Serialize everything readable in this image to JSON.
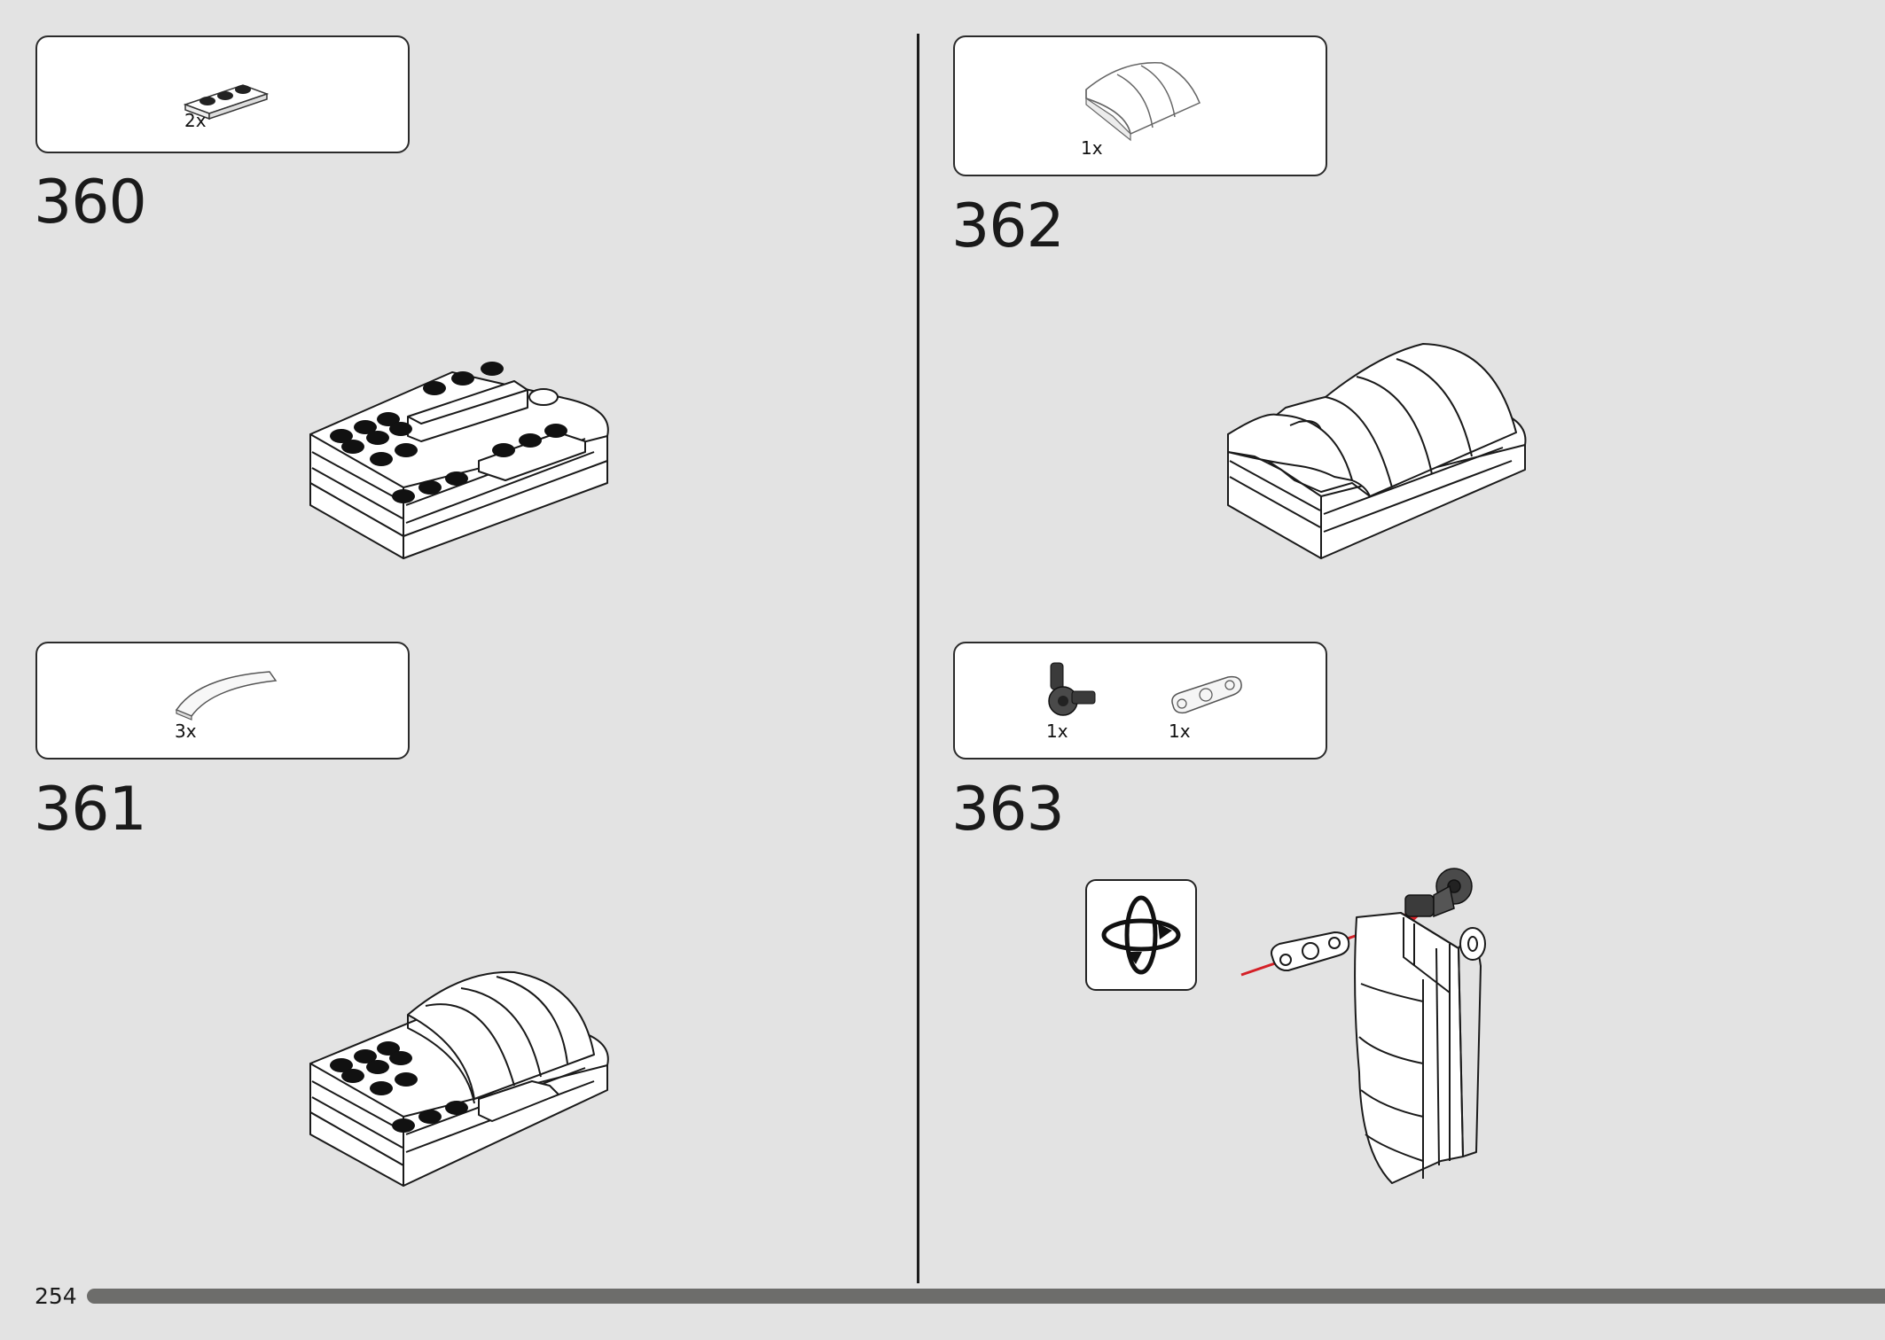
{
  "page": {
    "number": "254",
    "progress_fraction": 1.0
  },
  "steps": [
    {
      "number": "360",
      "parts": [
        {
          "qty": "2x",
          "icon": "plate-1x3-white-icon"
        }
      ]
    },
    {
      "number": "361",
      "parts": [
        {
          "qty": "3x",
          "icon": "curved-slope-white-icon"
        }
      ]
    },
    {
      "number": "362",
      "parts": [
        {
          "qty": "1x",
          "icon": "curved-roof-white-icon"
        }
      ]
    },
    {
      "number": "363",
      "parts": [
        {
          "qty": "1x",
          "icon": "axle-connector-dark-gray-icon"
        },
        {
          "qty": "1x",
          "icon": "technic-beam-white-icon"
        }
      ]
    }
  ],
  "rotate_icon": "rotate-model-icon",
  "colors": {
    "background": "#e3e3e3",
    "progress": "#6d6d6b",
    "arrow": "#d42027"
  }
}
